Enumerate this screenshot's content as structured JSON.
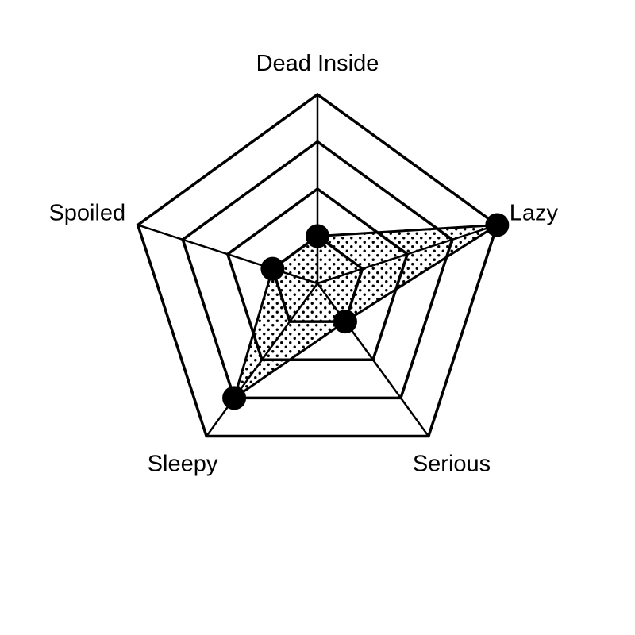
{
  "chart_data": {
    "type": "radar",
    "axes": [
      "Dead Inside",
      "Lazy",
      "Serious",
      "Sleepy",
      "Spoiled"
    ],
    "values": [
      0.25,
      1.0,
      0.25,
      0.75,
      0.25
    ],
    "range": [
      0,
      1
    ],
    "rings": [
      0.25,
      0.5,
      0.75,
      1.0
    ],
    "grid": true,
    "fill_pattern": "dots",
    "colors": {
      "stroke": "#000000",
      "marker": "#000000",
      "fill_dot": "#000000",
      "background": "#ffffff"
    }
  }
}
